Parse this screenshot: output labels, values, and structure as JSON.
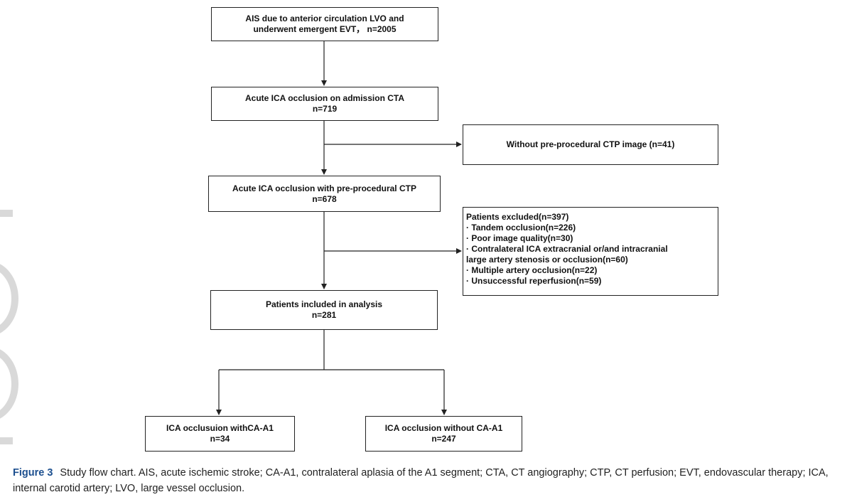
{
  "flowchart": {
    "box_aisEvt": {
      "lines": [
        "AIS due to anterior circulation LVO and",
        "underwent emergent EVT， n=2005"
      ]
    },
    "box_icaCta": {
      "lines": [
        "Acute ICA occlusion on admission CTA",
        "n=719"
      ]
    },
    "box_noCtp": {
      "lines": [
        "Without pre-procedural CTP image (n=41)"
      ]
    },
    "box_icaCtp": {
      "lines": [
        "Acute ICA occlusion with pre-procedural CTP",
        "n=678"
      ]
    },
    "box_excluded": {
      "lines": [
        "Patients excluded(n=397)",
        "· Tandem occlusion(n=226)",
        "· Poor image quality(n=30)",
        "· Contralateral ICA extracranial or/and intracranial",
        "large artery stenosis or occlusion(n=60)",
        "· Multiple artery occlusion(n=22)",
        "· Unsuccessful reperfusion(n=59)"
      ]
    },
    "box_included": {
      "lines": [
        "Patients included in analysis",
        "n=281"
      ]
    },
    "box_withCaA1": {
      "lines": [
        "ICA occlusuion withCA-A1",
        "n=34"
      ]
    },
    "box_withoutCaA1": {
      "lines": [
        "ICA occlusion without CA-A1",
        "n=247"
      ]
    }
  },
  "caption": {
    "label": "Figure 3",
    "text": "Study flow chart. AIS, acute ischemic stroke; CA-A1, contralateral aplasia of the A1 segment; CTA, CT angiography; CTP, CT perfusion; EVT, endovascular therapy; ICA, internal carotid artery; LVO, large vessel occlusion."
  },
  "colors": {
    "caption_label": "#1c4f8f",
    "lines": "#222222",
    "watermark": "#d9d9d9"
  }
}
